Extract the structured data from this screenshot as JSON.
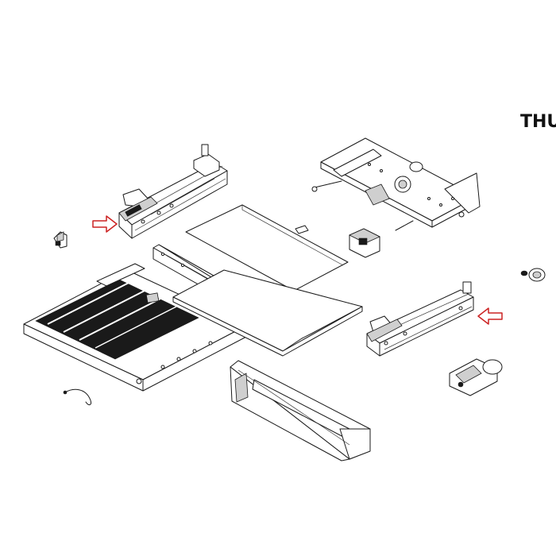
{
  "brand": {
    "text": "THU"
  },
  "colors": {
    "arrow": "#cc2222",
    "ink": "#1a1a1a",
    "paper": "#ffffff"
  },
  "diagram": {
    "type": "exploded parts diagram",
    "highlighted_parts": [
      "left-slide-rail",
      "right-slide-rail"
    ]
  }
}
